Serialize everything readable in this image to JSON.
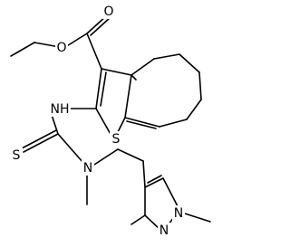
{
  "molecule": {
    "atom_labels": {
      "o_carbonyl": "O",
      "o_ester": "O",
      "nh": "NH",
      "s_ring": "S",
      "s_thio": "S",
      "n_methyl": "N",
      "n1_pyrazole": "N",
      "n2_pyrazole": "N"
    }
  },
  "colors": {
    "bond": "#000000",
    "background": "#ffffff"
  }
}
